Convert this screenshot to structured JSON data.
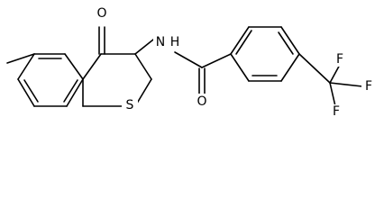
{
  "atoms": {
    "oxygen_ketone": "O",
    "amide_nh": "N",
    "amide_h": "H",
    "oxygen_amide": "O",
    "sulfur": "S",
    "fluorine_top": "F",
    "fluorine_right": "F",
    "fluorine_bottom": "F"
  }
}
